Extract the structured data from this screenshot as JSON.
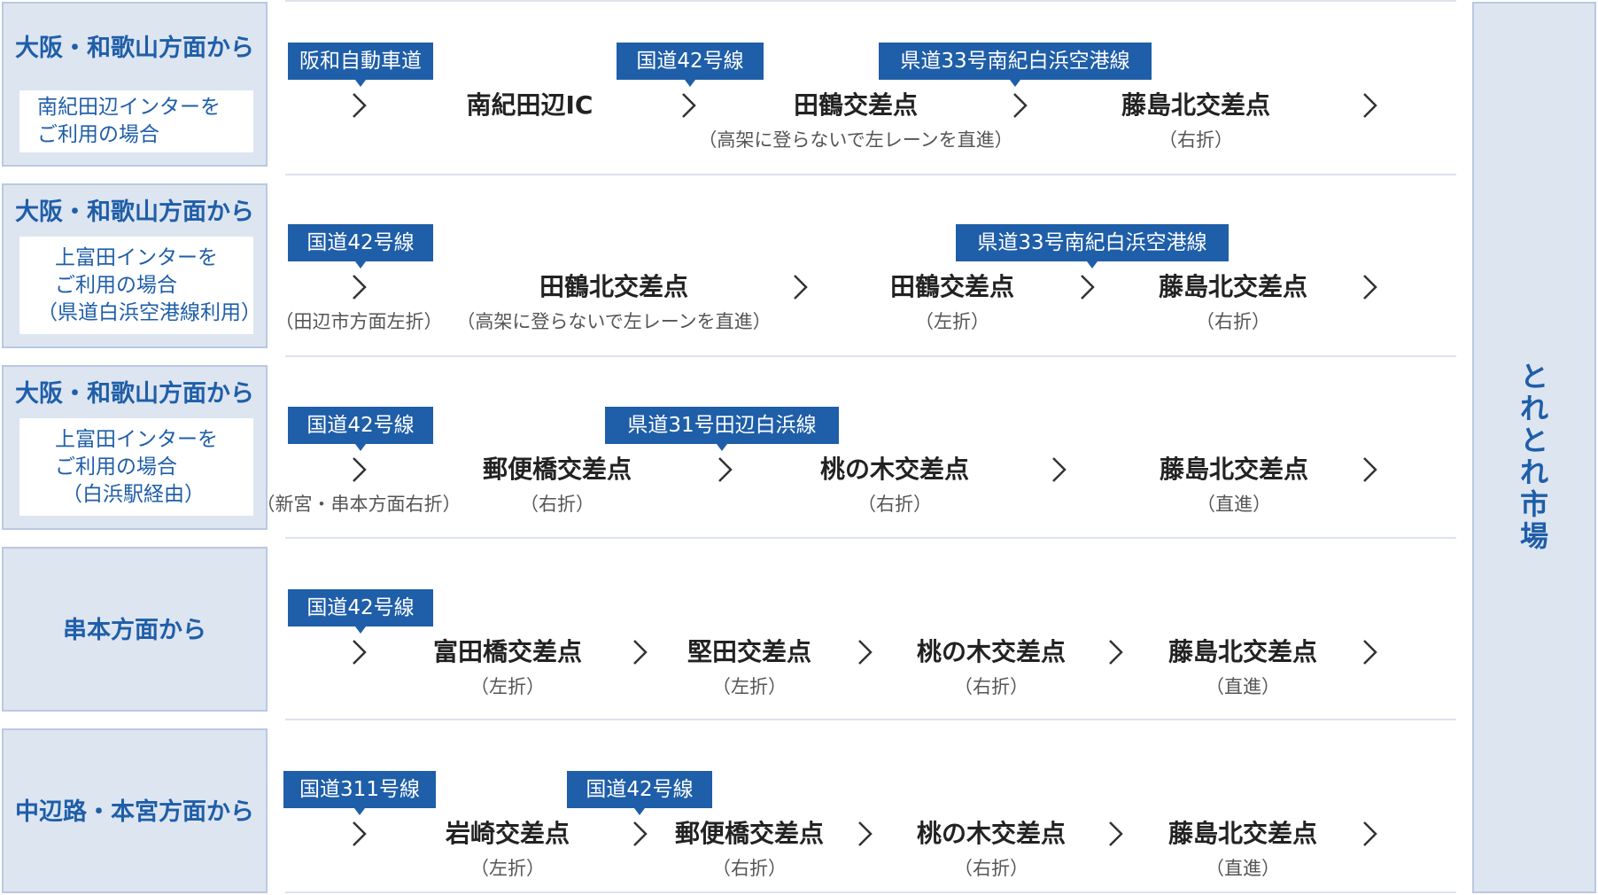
{
  "routes": [
    {
      "from": "大阪・和歌山方面から",
      "sub": [
        "南紀田辺インターを",
        "ご利用の場合"
      ],
      "badges": [
        "阪和自動車道",
        "国道42号線",
        "県道33号南紀白浜空港線"
      ],
      "nodes": [
        "南紀田辺IC",
        "田鶴交差点",
        "藤島北交差点"
      ],
      "notes": [
        "（高架に登らないで左レーンを直進）",
        "（右折）"
      ]
    },
    {
      "from": "大阪・和歌山方面から",
      "sub": [
        "上富田インターを",
        "ご利用の場合",
        "（県道白浜空港線利用）"
      ],
      "badges": [
        "国道42号線",
        "県道33号南紀白浜空港線"
      ],
      "nodes": [
        "田鶴北交差点",
        "田鶴交差点",
        "藤島北交差点"
      ],
      "notes": [
        "（田辺市方面左折）",
        "（高架に登らないで左レーンを直進）",
        "（左折）",
        "（右折）"
      ]
    },
    {
      "from": "大阪・和歌山方面から",
      "sub": [
        "上富田インターを",
        "ご利用の場合",
        "（白浜駅経由）"
      ],
      "badges": [
        "国道42号線",
        "県道31号田辺白浜線"
      ],
      "nodes": [
        "郵便橋交差点",
        "桃の木交差点",
        "藤島北交差点"
      ],
      "notes": [
        "（新宮・串本方面右折）",
        "（右折）",
        "（右折）",
        "（直進）"
      ]
    },
    {
      "from": "串本方面から",
      "sub": [],
      "badges": [
        "国道42号線"
      ],
      "nodes": [
        "富田橋交差点",
        "堅田交差点",
        "桃の木交差点",
        "藤島北交差点"
      ],
      "notes": [
        "（左折）",
        "（左折）",
        "（右折）",
        "（直進）"
      ]
    },
    {
      "from": "中辺路・本宮方面から",
      "sub": [],
      "badges": [
        "国道311号線",
        "国道42号線"
      ],
      "nodes": [
        "岩崎交差点",
        "郵便橋交差点",
        "桃の木交差点",
        "藤島北交差点"
      ],
      "notes": [
        "（左折）",
        "（右折）",
        "（右折）",
        "（直進）"
      ]
    }
  ],
  "destination": [
    "と",
    "れ",
    "と",
    "れ",
    "市",
    "場"
  ],
  "colors": {
    "accent": "#1f5ea8",
    "panel": "#dde5f1",
    "panel_border": "#b9c9e0"
  }
}
